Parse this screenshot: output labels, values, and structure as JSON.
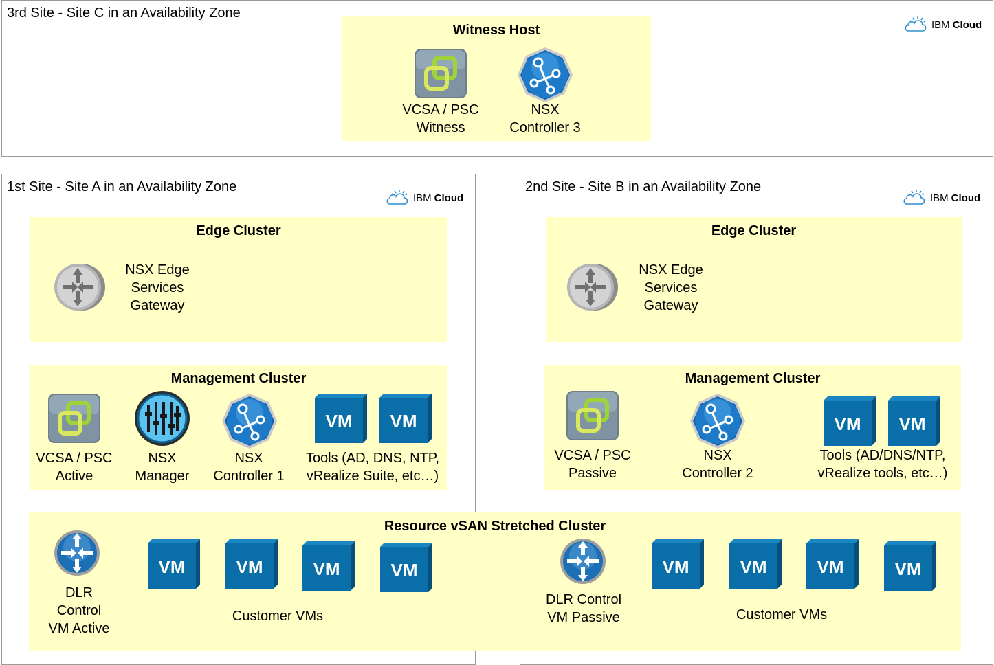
{
  "site_c": {
    "title": "3rd Site - Site C in an Availability Zone",
    "brand": {
      "ibm": "IBM",
      "cloud": "Cloud"
    },
    "witness": {
      "title": "Witness Host",
      "vcsa": {
        "line1": "VCSA / PSC",
        "line2": "Witness"
      },
      "nsx": {
        "line1": "NSX",
        "line2": "Controller 3"
      }
    }
  },
  "site_a": {
    "title": "1st Site - Site A in an Availability Zone",
    "brand": {
      "ibm": "IBM",
      "cloud": "Cloud"
    },
    "edge": {
      "title": "Edge Cluster",
      "gw": {
        "line1": "NSX Edge",
        "line2": "Services",
        "line3": "Gateway"
      }
    },
    "mgmt": {
      "title": "Management Cluster",
      "vcsa": {
        "line1": "VCSA / PSC",
        "line2": "Active"
      },
      "manager": {
        "line1": "NSX",
        "line2": "Manager"
      },
      "controller": {
        "line1": "NSX",
        "line2": "Controller 1"
      },
      "tools": {
        "line1": "Tools (AD, DNS, NTP,",
        "line2": "vRealize Suite, etc…)"
      }
    }
  },
  "site_b": {
    "title": "2nd Site - Site B in an Availability Zone",
    "brand": {
      "ibm": "IBM",
      "cloud": "Cloud"
    },
    "edge": {
      "title": "Edge Cluster",
      "gw": {
        "line1": "NSX Edge",
        "line2": "Services",
        "line3": "Gateway"
      }
    },
    "mgmt": {
      "title": "Management Cluster",
      "vcsa": {
        "line1": "VCSA / PSC",
        "line2": "Passive"
      },
      "controller": {
        "line1": "NSX",
        "line2": "Controller 2"
      },
      "tools": {
        "line1": "Tools (AD/DNS/NTP,",
        "line2": "vRealize tools, etc…)"
      }
    }
  },
  "resource": {
    "title": "Resource vSAN Stretched Cluster",
    "dlr_a": {
      "line1": "DLR",
      "line2": "Control",
      "line3": "VM Active"
    },
    "vms_a": "Customer VMs",
    "dlr_b": {
      "line1": "DLR Control",
      "line2": "VM Passive"
    },
    "vms_b": "Customer VMs"
  },
  "vm_label": "VM",
  "colors": {
    "panel": "#ffffc6",
    "vm_front": "#0a6fa8",
    "vm_side": "#07507c",
    "vm_top": "#1a86c2",
    "border": "#9a9a9a",
    "ibm_cloud_icon": "#2f8fd0"
  },
  "icons": [
    "ibm-cloud-icon",
    "vcenter-icon",
    "nsx-controller-icon",
    "nsx-manager-icon",
    "edge-gateway-icon",
    "dlr-router-icon",
    "vm-icon"
  ]
}
